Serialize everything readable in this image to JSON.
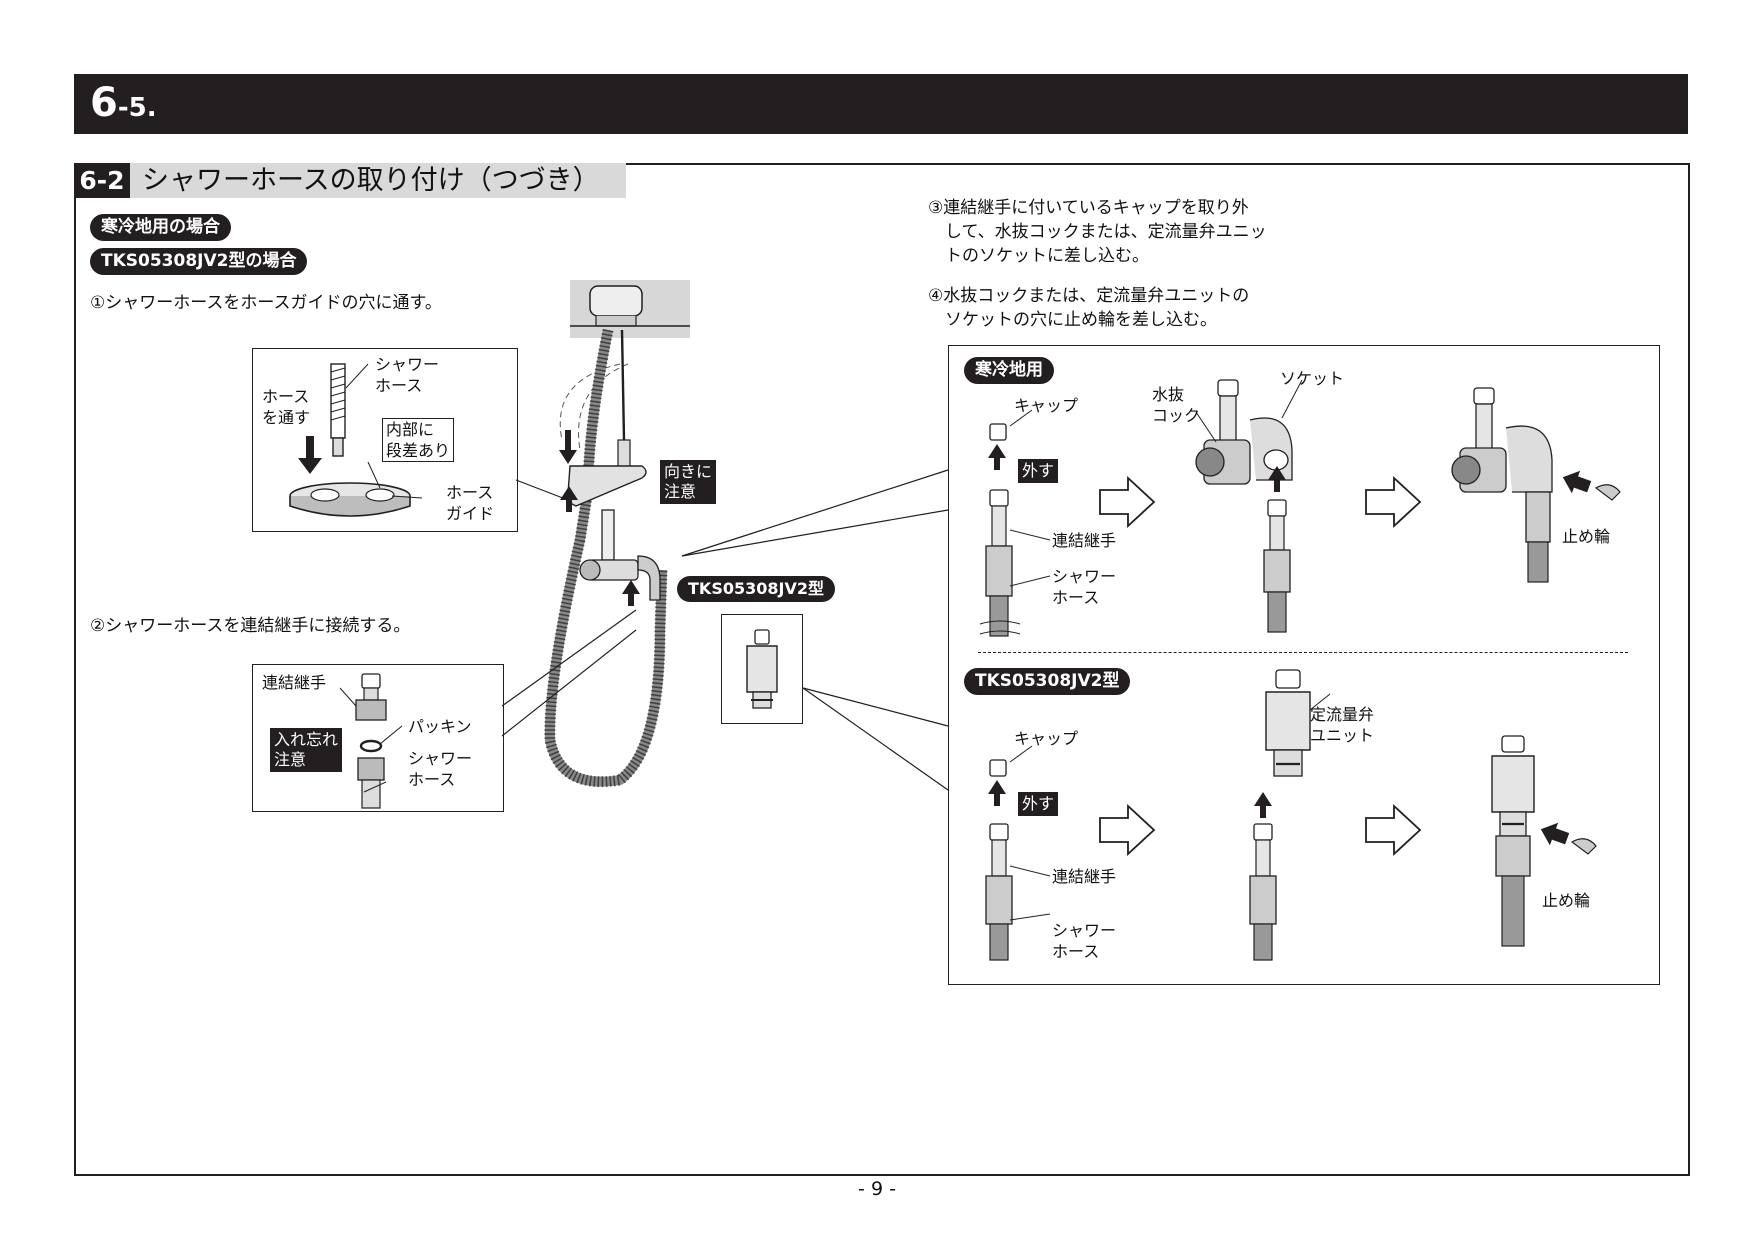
{
  "header": {
    "number": "6",
    "suffix": "-5."
  },
  "section": {
    "number": "6-2",
    "title": "シャワーホースの取り付け（つづき）"
  },
  "left": {
    "badge_cold": "寒冷地用の場合",
    "badge_model": "TKS05308JV2型の場合",
    "step1": "①シャワーホースをホースガイドの穴に通す。",
    "step2": "②シャワーホースを連結継手に接続する。",
    "inset1": {
      "label_hose_a": "シャワー",
      "label_hose_b": "ホース",
      "label_pass_a": "ホース",
      "label_pass_b": "を通す",
      "label_step_a": "内部に",
      "label_step_b": "段差あり",
      "label_guide_a": "ホース",
      "label_guide_b": "ガイド"
    },
    "direction_note_a": "向きに",
    "direction_note_b": "注意",
    "model_badge": "TKS05308JV2型",
    "inset2": {
      "label_joint": "連結継手",
      "label_packing": "パッキン",
      "label_forget_a": "入れ忘れ",
      "label_forget_b": "注意",
      "label_hose_a": "シャワー",
      "label_hose_b": "ホース"
    }
  },
  "right": {
    "step3": [
      "③連結継手に付いているキャップを取り外",
      "　して、水抜コックまたは、定流量弁ユニッ",
      "　トのソケットに差し込む。"
    ],
    "step4": [
      "④水抜コックまたは、定流量弁ユニットの",
      "　ソケットの穴に止め輪を差し込む。"
    ],
    "cold": {
      "badge": "寒冷地用",
      "cap": "キャップ",
      "remove": "外す",
      "joint": "連結継手",
      "hose_a": "シャワー",
      "hose_b": "ホース",
      "drain_a": "水抜",
      "drain_b": "コック",
      "socket": "ソケット",
      "ring": "止め輪"
    },
    "model": {
      "badge": "TKS05308JV2型",
      "cap": "キャップ",
      "remove": "外す",
      "joint": "連結継手",
      "hose_a": "シャワー",
      "hose_b": "ホース",
      "valve_a": "定流量弁",
      "valve_b": "ユニット",
      "ring": "止め輪"
    }
  },
  "footer": {
    "page": "- 9 -"
  }
}
